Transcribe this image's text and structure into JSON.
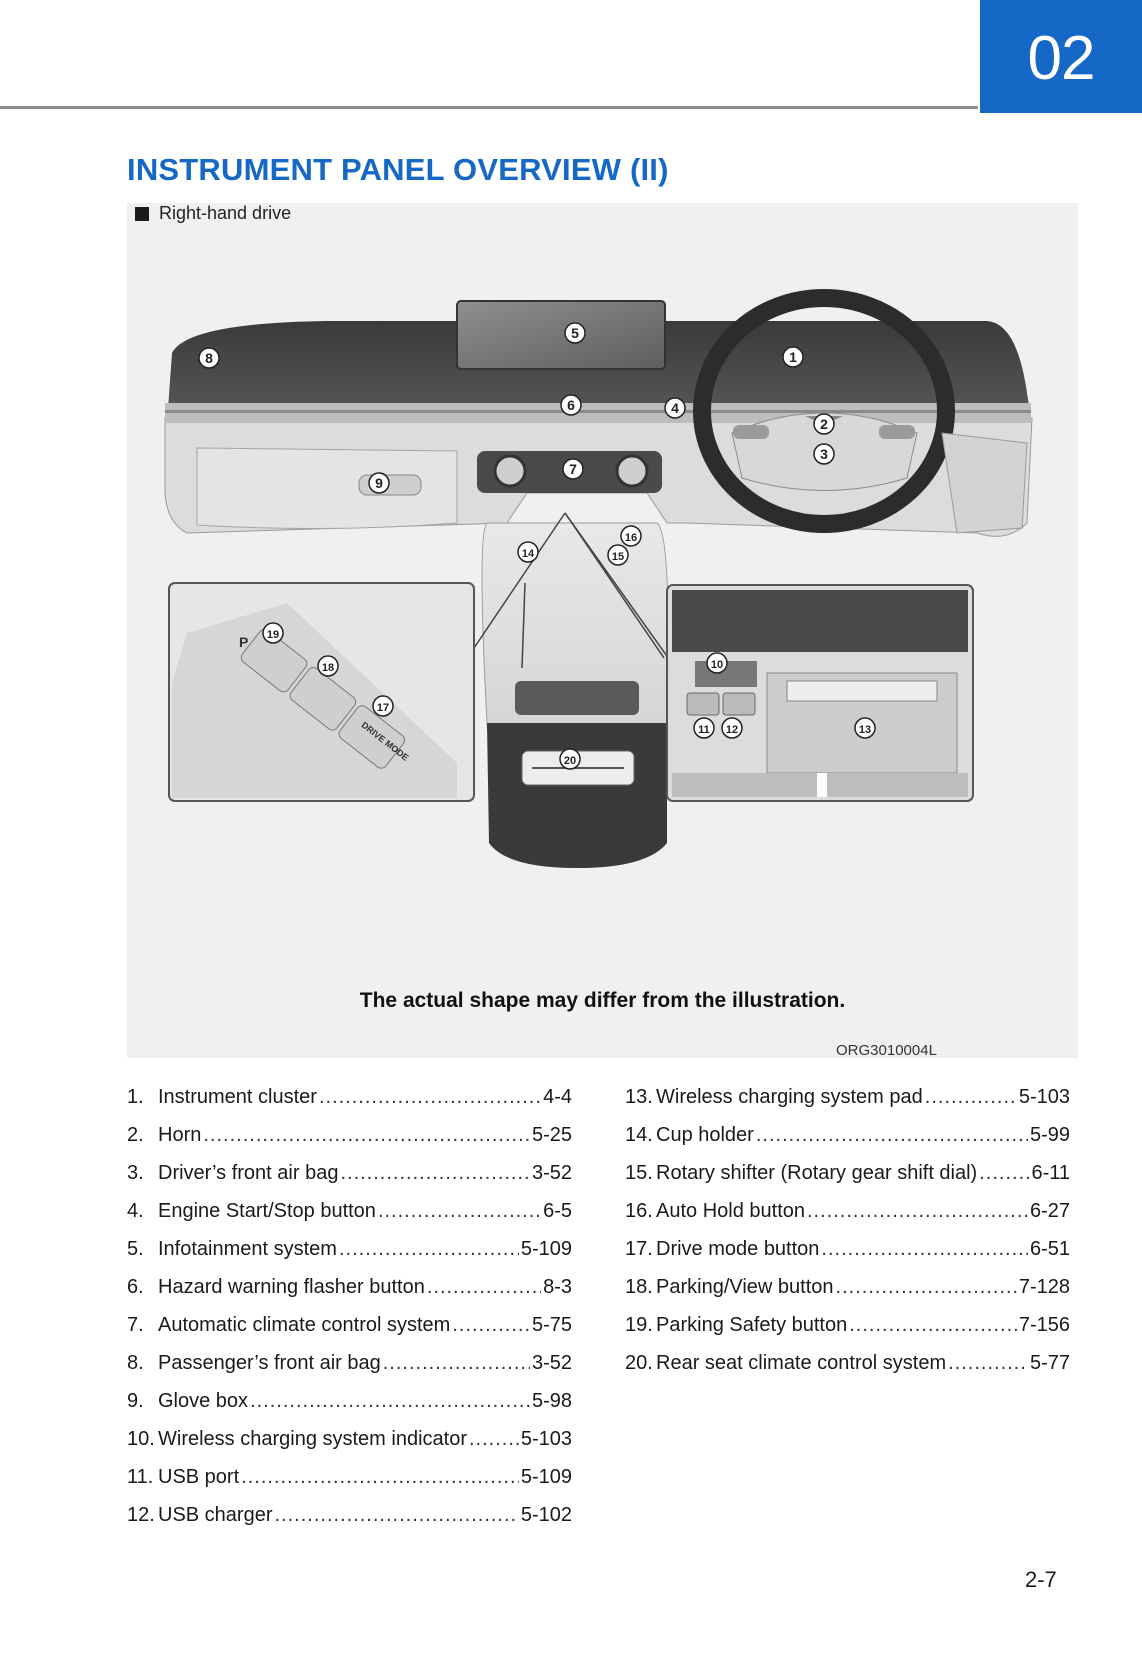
{
  "chapter": "02",
  "title": "INSTRUMENT PANEL OVERVIEW (II)",
  "figure": {
    "caption": "Right-hand drive",
    "callouts": [
      "1",
      "2",
      "3",
      "4",
      "5",
      "6",
      "7",
      "8",
      "9",
      "10",
      "11",
      "12",
      "13",
      "14",
      "15",
      "16",
      "17",
      "18",
      "19",
      "20"
    ],
    "disclaimer": "The actual shape may differ from the illustration.",
    "code": "ORG3010004L",
    "inset_labels": {
      "p_button": "P",
      "drive_mode": "DRIVE MODE"
    }
  },
  "items_left": [
    {
      "num": "1.",
      "label": "Instrument cluster",
      "page": "4-4"
    },
    {
      "num": "2.",
      "label": "Horn",
      "page": "5-25"
    },
    {
      "num": "3.",
      "label": "Driver’s front air bag",
      "page": "3-52"
    },
    {
      "num": "4.",
      "label": "Engine Start/Stop button",
      "page": "6-5"
    },
    {
      "num": "5.",
      "label": "Infotainment system",
      "page": "5-109"
    },
    {
      "num": "6.",
      "label": "Hazard warning flasher button",
      "page": "8-3"
    },
    {
      "num": "7.",
      "label": "Automatic climate control system",
      "page": "5-75"
    },
    {
      "num": "8.",
      "label": "Passenger’s front air bag",
      "page": "3-52"
    },
    {
      "num": "9.",
      "label": "Glove box",
      "page": "5-98"
    },
    {
      "num": "10.",
      "label": "Wireless charging system indicator",
      "page": "5-103"
    },
    {
      "num": "11.",
      "label": "USB port",
      "page": "5-109"
    },
    {
      "num": "12.",
      "label": "USB charger",
      "page": "5-102"
    }
  ],
  "items_right": [
    {
      "num": "13.",
      "label": "Wireless charging system pad",
      "page": "5-103"
    },
    {
      "num": "14.",
      "label": "Cup holder",
      "page": "5-99"
    },
    {
      "num": "15.",
      "label": "Rotary shifter (Rotary gear shift dial)",
      "page": "6-11"
    },
    {
      "num": "16.",
      "label": "Auto Hold button",
      "page": "6-27"
    },
    {
      "num": "17.",
      "label": "Drive mode button",
      "page": "6-51"
    },
    {
      "num": "18.",
      "label": "Parking/View button",
      "page": "7-128"
    },
    {
      "num": "19.",
      "label": "Parking Safety button",
      "page": "7-156"
    },
    {
      "num": "20.",
      "label": "Rear seat climate control system",
      "page": "5-77"
    }
  ],
  "page_number": "2-7",
  "colors": {
    "accent": "#1668c6",
    "rule": "#8c8c8c",
    "figure_bg": "#f0f0f0"
  }
}
